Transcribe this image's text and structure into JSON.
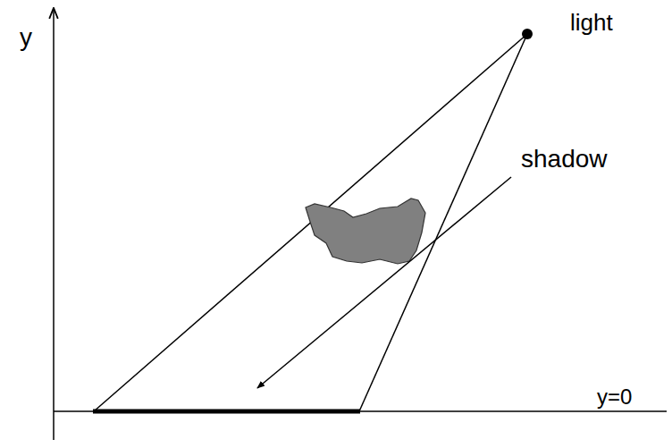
{
  "diagram": {
    "labels": [
      "y",
      "light",
      "shadow",
      "y=0"
    ]
  }
}
